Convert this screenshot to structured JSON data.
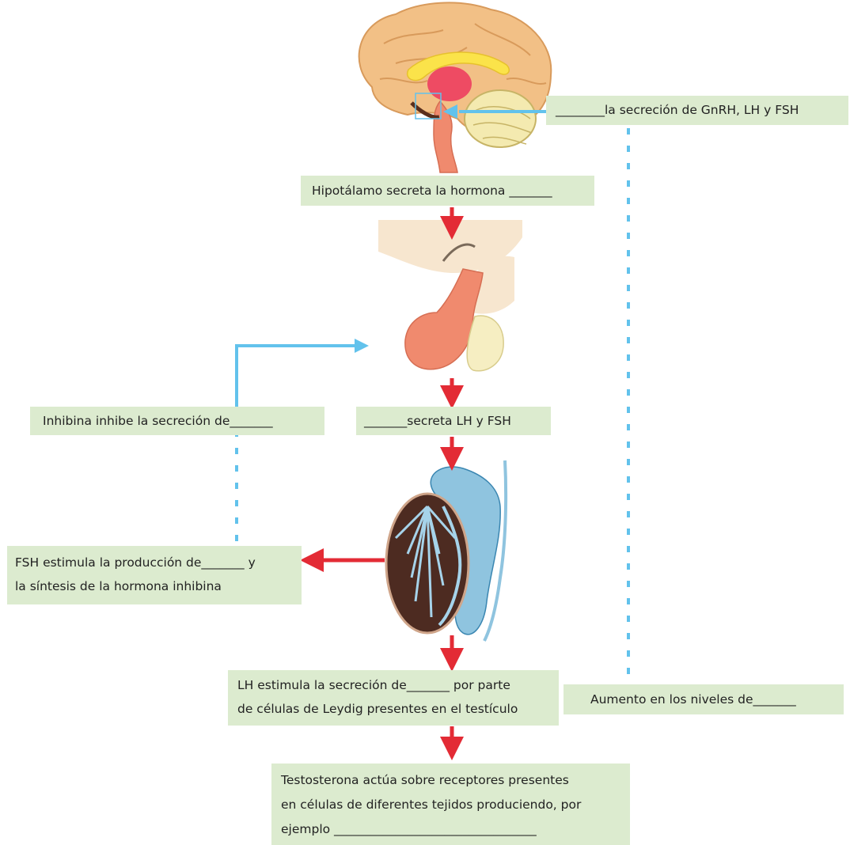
{
  "labels": {
    "feedback_top": "________la secreción de GnRH, LH y FSH",
    "hypothalamus": "Hipotálamo secreta la hormona _______",
    "inhibina": "Inhibina inhibe la secreción de_______",
    "hipofisis": "_______secreta LH y FSH",
    "fsh_line1": "FSH estimula la producción de_______ y",
    "fsh_line2": "la síntesis de la hormona inhibina",
    "lh_line1": "LH estimula la secreción de_______ por parte",
    "lh_line2": "de células de Leydig presentes en el testículo",
    "aumento": "Aumento en los niveles de_______",
    "testo_line1": "Testosterona actúa sobre receptores presentes",
    "testo_line2": "en células de diferentes tejidos produciendo, por",
    "testo_line3": "ejemplo _________________________________"
  },
  "colors": {
    "box_fill": "#dcebcf",
    "red_arrow": "#e32b35",
    "blue_arrow": "#62c2ec"
  },
  "icons": {
    "brain": "brain-illustration",
    "pituitary": "pituitary-illustration",
    "testis": "testis-illustration"
  }
}
